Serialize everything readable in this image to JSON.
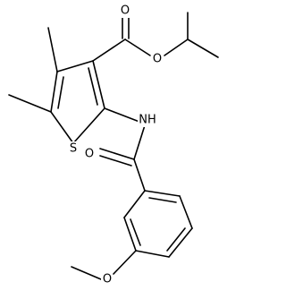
{
  "molecule": {
    "atom_labels": {
      "ester_carbonyl_o": "O",
      "ester_o": "O",
      "thiophene_s": "S",
      "amide_n": "NH",
      "amide_carbonyl_o": "O",
      "methoxy_o": "O"
    }
  }
}
